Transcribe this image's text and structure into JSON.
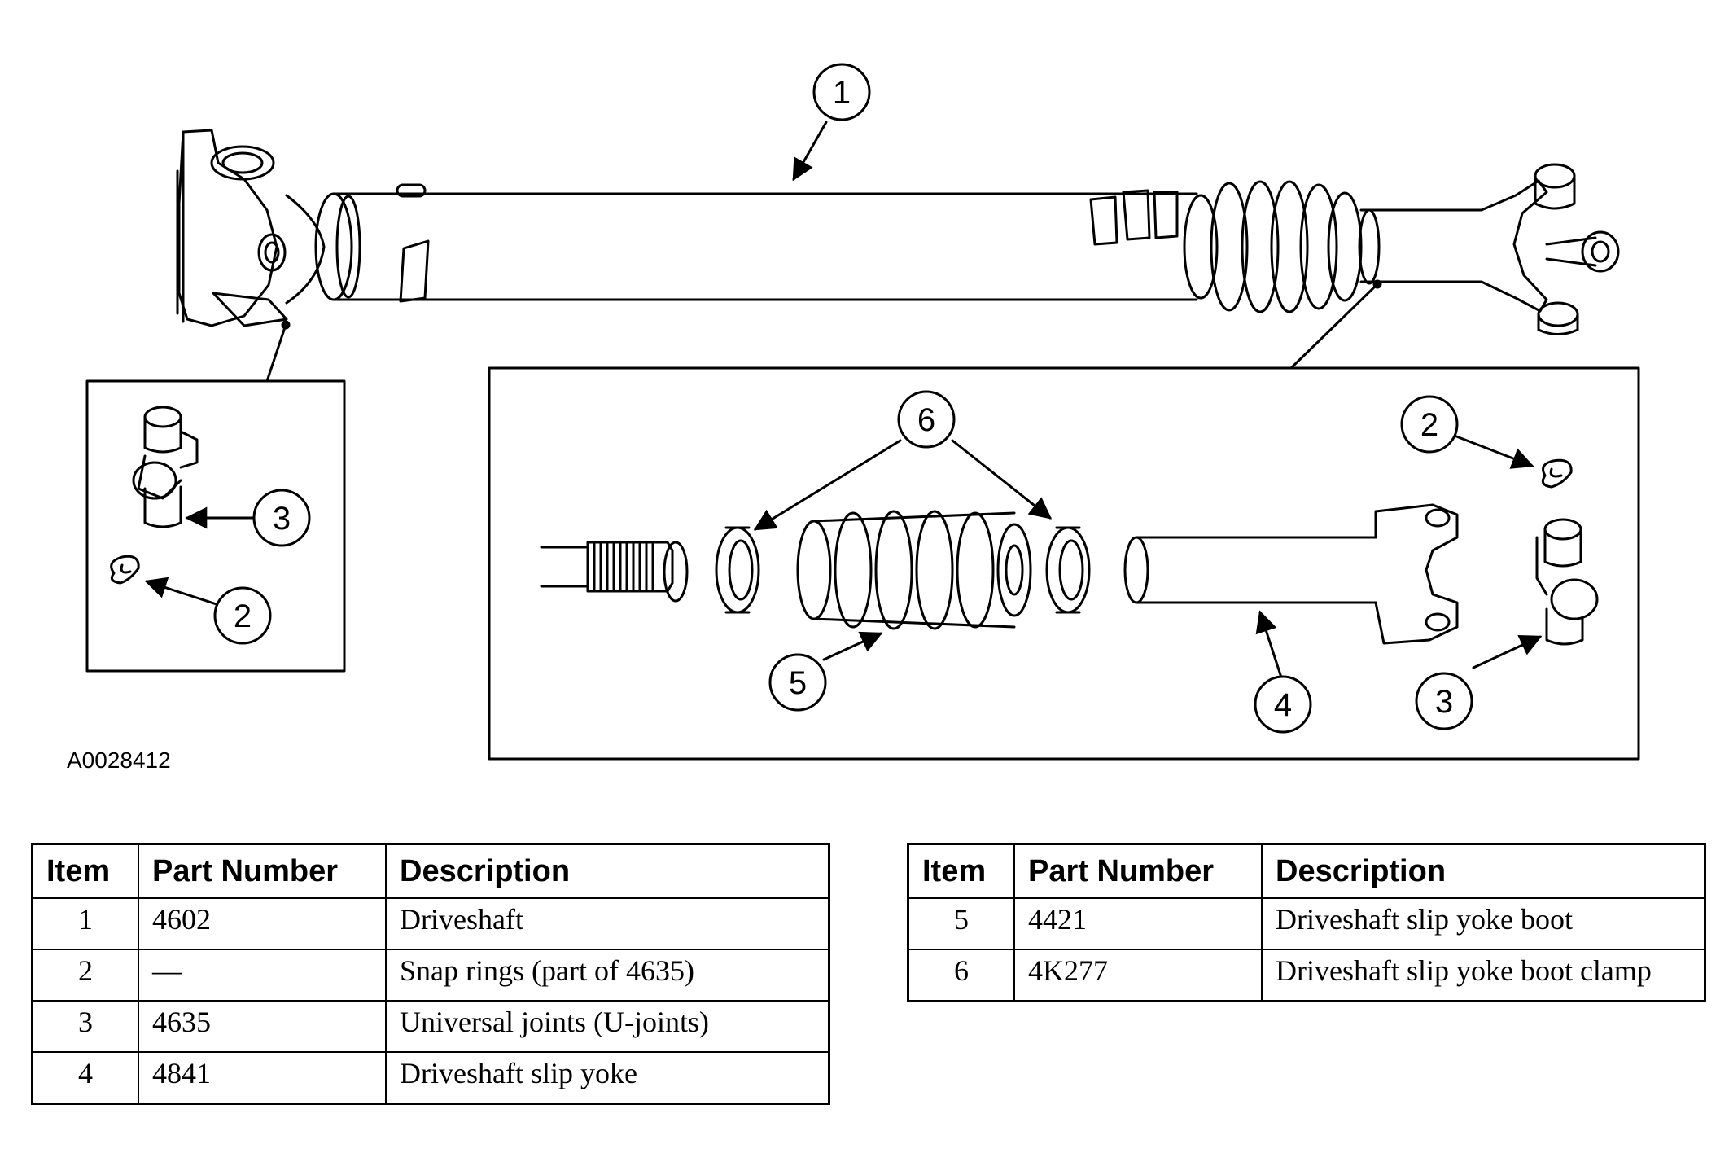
{
  "figure_id": "A0028412",
  "callouts": {
    "driveshaft": "1",
    "left_snap_ring": "2",
    "left_ujoint": "3",
    "boot_clamps": "6",
    "right_snap_ring": "2",
    "boot": "5",
    "slip_yoke": "4",
    "right_ujoint": "3"
  },
  "table_left": {
    "headers": {
      "item": "Item",
      "part_number": "Part Number",
      "description": "Description"
    },
    "rows": [
      {
        "item": "1",
        "part_number": "4602",
        "description": "Driveshaft"
      },
      {
        "item": "2",
        "part_number": "—",
        "description": "Snap rings (part of 4635)"
      },
      {
        "item": "3",
        "part_number": "4635",
        "description": "Universal joints (U-joints)"
      },
      {
        "item": "4",
        "part_number": "4841",
        "description": "Driveshaft slip yoke"
      }
    ]
  },
  "table_right": {
    "headers": {
      "item": "Item",
      "part_number": "Part Number",
      "description": "Description"
    },
    "rows": [
      {
        "item": "5",
        "part_number": "4421",
        "description": "Driveshaft slip yoke boot"
      },
      {
        "item": "6",
        "part_number": "4K277",
        "description": "Driveshaft slip yoke boot clamp"
      }
    ]
  }
}
